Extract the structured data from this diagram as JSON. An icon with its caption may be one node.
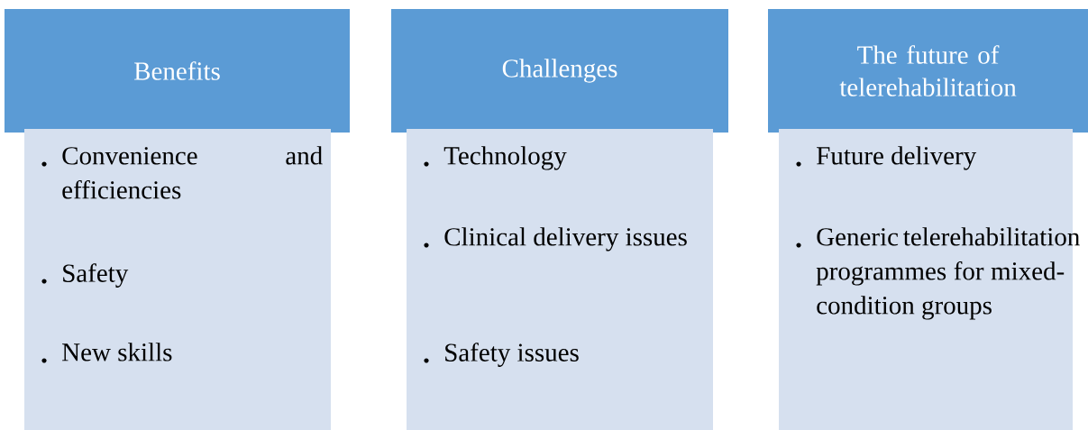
{
  "diagram": {
    "nodes": [
      {
        "text": [
          "Benefits"
        ]
      },
      {
        "text": [
          "Convenience and efficiencies",
          "Safety",
          "New skills"
        ]
      },
      {
        "text": [
          "Challenges"
        ]
      },
      {
        "text": [
          "Technology",
          "Clinical delivery issues",
          "Safety issues"
        ]
      },
      {
        "text": [
          "The future of telerehabilitation"
        ]
      },
      {
        "text": [
          "Future delivery",
          "Generic telerehabilitation programmes for mixed-condition groups"
        ]
      }
    ]
  }
}
